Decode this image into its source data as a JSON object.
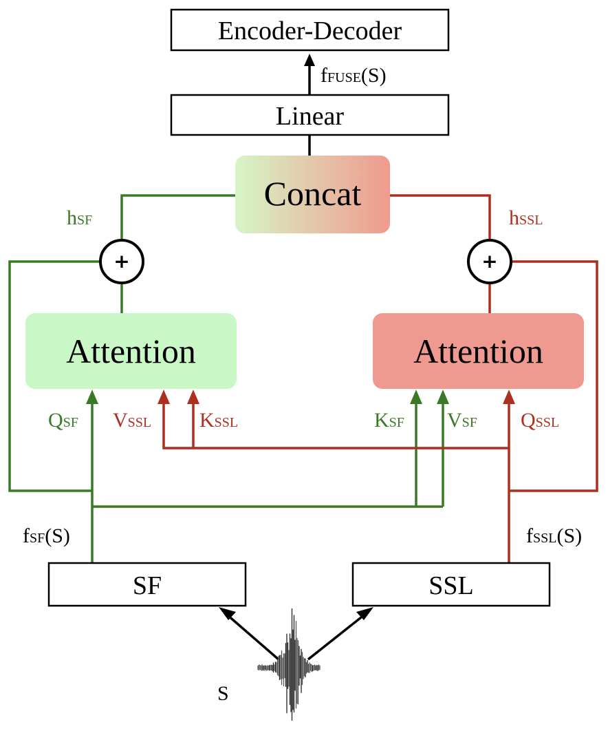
{
  "colors": {
    "sf_green": "#3a7a26",
    "ssl_red": "#ad2f1e",
    "attention_sf_fill": "#c9f7c5",
    "attention_ssl_fill": "#ef9a90",
    "concat_gradient_start": "#d6f5c6",
    "concat_gradient_end": "#f09a8f",
    "box_stroke": "#000000"
  },
  "blocks": {
    "encoder_decoder": "Encoder-Decoder",
    "linear": "Linear",
    "concat": "Concat",
    "attention_sf": "Attention",
    "attention_ssl": "Attention",
    "sf": "SF",
    "ssl": "SSL",
    "add_sf": "+",
    "add_ssl": "+"
  },
  "labels": {
    "f_fuse": {
      "base": "f",
      "sub": "FUSE",
      "tail": "(S)"
    },
    "h_sf": {
      "base": "h",
      "sub": "SF"
    },
    "h_ssl": {
      "base": "h",
      "sub": "SSL"
    },
    "q_sf": {
      "base": "Q",
      "sub": "SF"
    },
    "v_ssl_left": {
      "base": "V",
      "sub": "SSL"
    },
    "k_ssl": {
      "base": "K",
      "sub": "SSL"
    },
    "k_sf": {
      "base": "K",
      "sub": "SF"
    },
    "v_sf_right": {
      "base": "V",
      "sub": "SF"
    },
    "q_ssl": {
      "base": "Q",
      "sub": "SSL"
    },
    "f_sf": {
      "base": "f",
      "sub": "SF",
      "tail": "(S)"
    },
    "f_ssl": {
      "base": "f",
      "sub": "SSL",
      "tail": "(S)"
    },
    "speech_input": "S"
  },
  "icons": {
    "waveform": "speech-waveform-icon"
  }
}
